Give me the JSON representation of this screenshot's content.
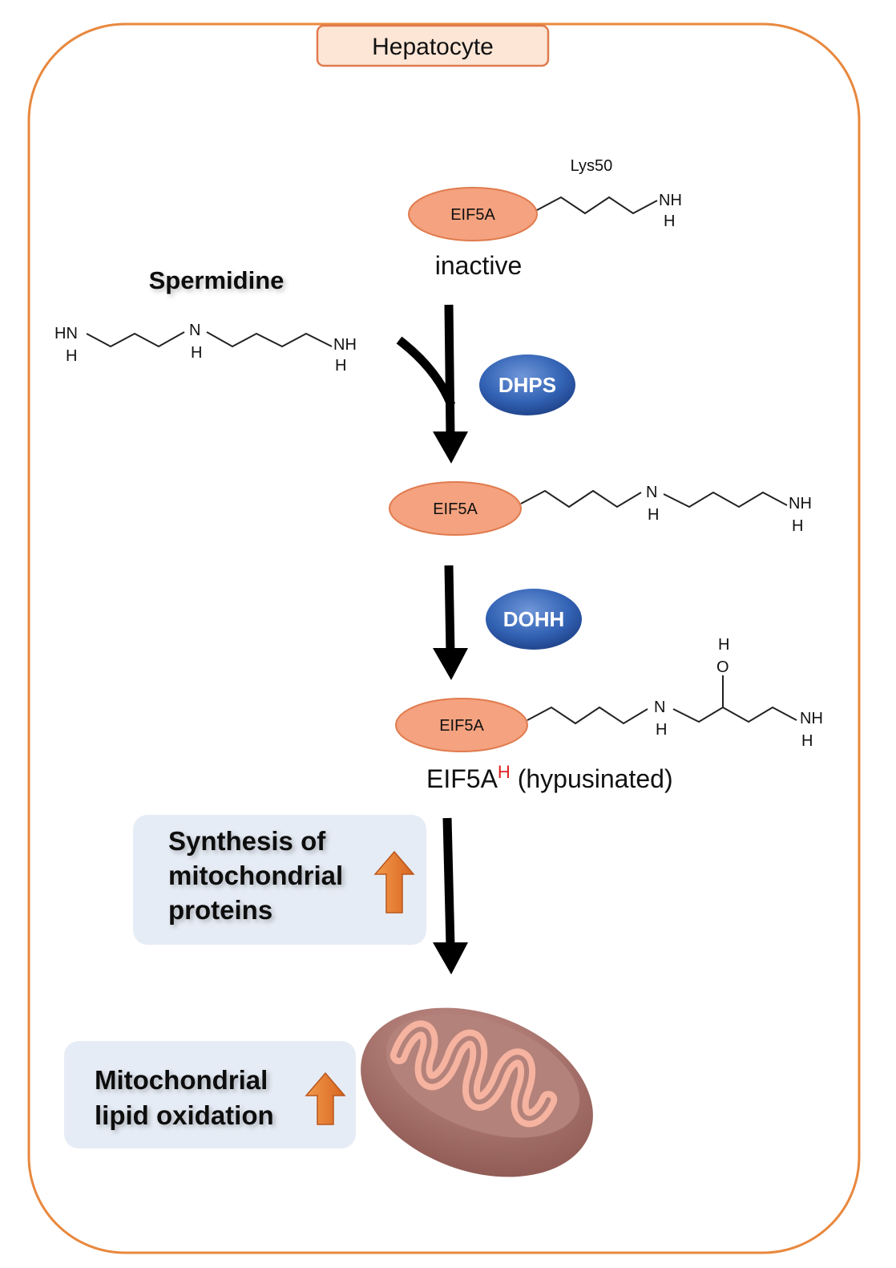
{
  "cell": {
    "title": "Hepatocyte",
    "border_color": "#e8883e",
    "title_fill": "#fde6d6"
  },
  "colors": {
    "eif5a_fill": "#f4a27f",
    "eif5a_stroke": "#e07b4e",
    "enzyme_fill": "#2f5aa8",
    "up_arrow": "#e97a2c",
    "box_fill": "#e6ecf5",
    "mito_outer": "#b07a72",
    "mito_inner": "#f5b3a0"
  },
  "inactive_eif5a": {
    "protein": "EIF5A",
    "residue": "Lys50",
    "amine_top": "NH",
    "amine_bottom": "H",
    "state": "inactive"
  },
  "spermidine": {
    "name": "Spermidine",
    "left_amine_top": "HN",
    "left_amine_bottom": "H",
    "mid_amine_top": "N",
    "mid_amine_bottom": "H",
    "right_amine_top": "NH",
    "right_amine_bottom": "H"
  },
  "enzymes": {
    "first": "DHPS",
    "second": "DOHH"
  },
  "deoxyhypusine_eif5a": {
    "protein": "EIF5A",
    "mid_amine_top": "N",
    "mid_amine_bottom": "H",
    "end_amine_top": "NH",
    "end_amine_bottom": "H"
  },
  "hypusinated_eif5a": {
    "protein": "EIF5A",
    "mid_amine_top": "N",
    "mid_amine_bottom": "H",
    "hydroxyl_h": "H",
    "hydroxyl_o": "O",
    "end_amine_top": "NH",
    "end_amine_bottom": "H",
    "caption_main": "EIF5A",
    "caption_sup": "H",
    "caption_rest": " (hypusinated)"
  },
  "outcomes": {
    "synthesis": [
      "Synthesis of",
      "mitochondrial",
      "proteins"
    ],
    "oxidation": [
      "Mitochondrial",
      "lipid oxidation"
    ]
  }
}
